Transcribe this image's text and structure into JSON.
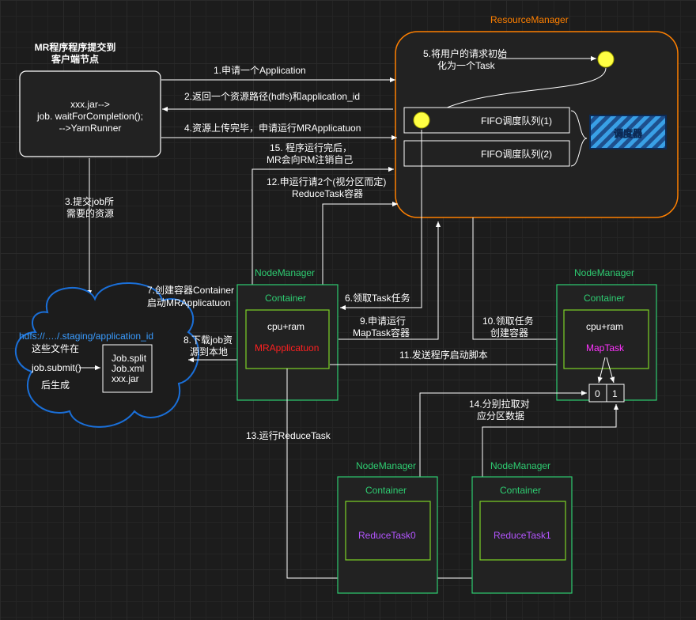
{
  "client": {
    "title": "MR程序程序提交到\n客户端节点",
    "box_text": [
      "xxx.jar-->",
      "job. waitForCompletion();",
      "-->YarnRunner"
    ]
  },
  "resource_manager": {
    "title": "ResourceManager",
    "init_task_note": [
      "5.将用户的请求初始",
      "化为一个Task"
    ],
    "queue1": "FIFO调度队列(1)",
    "queue2": "FIFO调度队列(2)",
    "scheduler": "调度器"
  },
  "steps": {
    "s1": "1.申请一个Application",
    "s2": "2.返回一个资源路径(hdfs)和application_id",
    "s3": [
      "3.提交job所",
      "需要的资源"
    ],
    "s4": "4.资源上传完毕，申请运行MRApplicatuon",
    "s6": "6.领取Task任务",
    "s7": [
      "7.创建容器Container",
      "启动MRApplicatuon"
    ],
    "s8": [
      "8.下载job资",
      "源到本地"
    ],
    "s9": [
      "9.申请运行",
      "MapTask容器"
    ],
    "s10": [
      "10.领取任务",
      "创建容器"
    ],
    "s11": "11.发送程序启动脚本",
    "s12": [
      "12.申运行请2个(视分区而定)",
      "ReduceTask容器"
    ],
    "s13": "13.运行ReduceTask",
    "s14": [
      "14.分别拉取对",
      "应分区数据"
    ],
    "s15": [
      "15. 程序运行完后，",
      "MR会向RM注销自己"
    ]
  },
  "hdfs": {
    "path": "hdfs://…./.staging/application_id",
    "note1": "这些文件在",
    "note2": "job.submit()",
    "note3": "后生成",
    "files": [
      "Job.split",
      "Job.xml",
      "xxx.jar"
    ]
  },
  "node_managers": [
    {
      "title": "NodeManager",
      "container": "Container",
      "resource": "cpu+ram",
      "task": "MRApplicatuon",
      "task_color": "#ff2020"
    },
    {
      "title": "NodeManager",
      "container": "Container",
      "resource": "cpu+ram",
      "task": "MapTask",
      "task_color": "#ff33ff",
      "partitions": [
        "0",
        "1"
      ]
    },
    {
      "title": "NodeManager",
      "container": "Container",
      "task": "ReduceTask0",
      "task_color": "#b455ff"
    },
    {
      "title": "NodeManager",
      "container": "Container",
      "task": "ReduceTask1",
      "task_color": "#b455ff"
    }
  ],
  "colors": {
    "nodemanager_title": "#2ecc71",
    "container_border": "#7dd327",
    "resourcemanager_border": "#ff8000",
    "yarn_marker": "#ffff44",
    "hdfs_cloud": "#1a6fd8"
  }
}
